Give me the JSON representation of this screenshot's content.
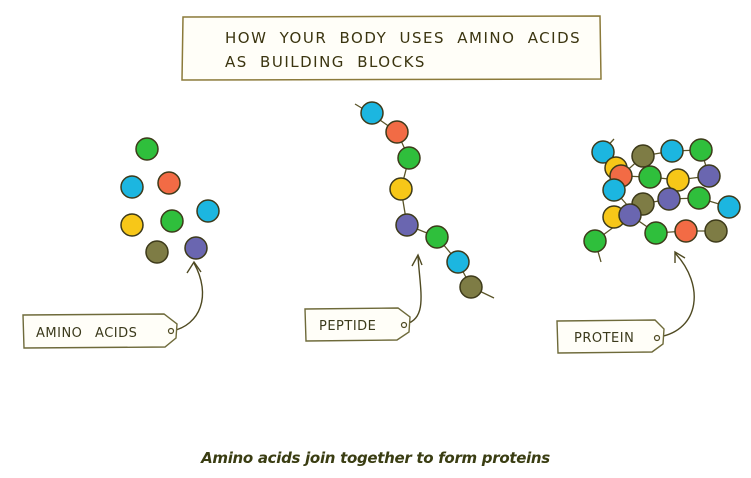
{
  "title": {
    "line1": "HOW YOUR BODY USES AMINO ACIDS",
    "line2": "AS BUILDING BLOCKS"
  },
  "labels": {
    "amino_acids": "AMINO ACIDS",
    "peptide": "PEPTIDE",
    "protein": "PROTEIN"
  },
  "caption": "Amino acids join together to form proteins",
  "colors": {
    "green": "#2fbf3c",
    "blue": "#1cb6e0",
    "orange": "#f26b45",
    "yellow": "#f7c718",
    "olive": "#7e7c45",
    "purple": "#6a66b0",
    "outline": "#3d3a1a",
    "tag_border": "#6e6a3a",
    "title_border": "#8b7a3a"
  },
  "groups": {
    "amino_acids": [
      "green",
      "blue",
      "orange",
      "yellow",
      "green",
      "blue",
      "olive",
      "purple"
    ],
    "peptide": [
      "blue",
      "orange",
      "green",
      "yellow",
      "purple",
      "green",
      "blue",
      "olive"
    ],
    "protein": [
      "blue",
      "olive",
      "blue",
      "green",
      "yellow",
      "orange",
      "green",
      "yellow",
      "purple",
      "blue",
      "olive",
      "purple",
      "green",
      "blue",
      "yellow",
      "purple",
      "green",
      "orange",
      "olive",
      "green"
    ]
  }
}
